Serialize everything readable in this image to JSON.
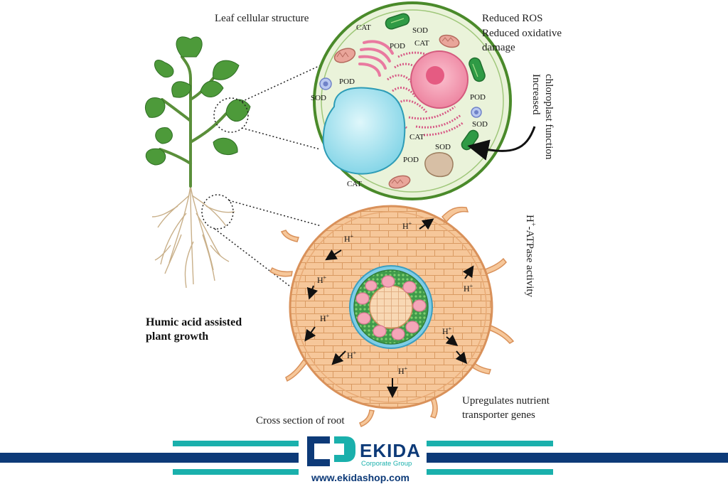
{
  "labels": {
    "leaf_cellular_structure": "Leaf cellular structure",
    "reduced_ros": "Reduced ROS",
    "reduced_oxidative_1": "Reduced oxidative",
    "reduced_oxidative_2": "damage",
    "increased_1": "Increased",
    "increased_2": "chloroplast function",
    "atpase": "-ATPase activity",
    "atpase_h": "H",
    "atpase_plus": "+",
    "humic_1": "Humic acid assisted",
    "humic_2": "plant growth",
    "cross_section": "Cross section of root",
    "upregulates_1": "Upregulates nutrient",
    "upregulates_2": "transporter genes"
  },
  "enzymes": {
    "cat_top": "CAT",
    "sod_top": "SOD",
    "pod_top": "POD",
    "cat_mid": "CAT",
    "pod_left": "POD",
    "sod_left": "SOD",
    "pod_right": "POD",
    "sod_right": "SOD",
    "cat_center": "CAT",
    "sod_center": "SOD",
    "pod_center": "POD",
    "cat_bottom": "CAT"
  },
  "ions": {
    "h": "H",
    "plus": "+"
  },
  "brand": {
    "name": "EKIDA",
    "tagline": "Corporate Group",
    "url": "www.ekidashop.com",
    "navy": "#0d3a78",
    "teal": "#1ab0ac"
  },
  "colors": {
    "cell_fill": "#eaf3da",
    "cell_border": "#4a8a2a",
    "root_fill": "#f6c79a",
    "vacuole": "#9fe0ec",
    "nucleus": "#f08aa6",
    "chloroplast": "#2f9a45"
  }
}
